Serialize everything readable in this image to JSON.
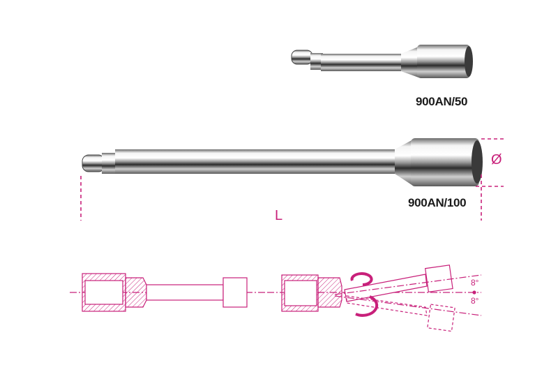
{
  "products": [
    {
      "code": "900AN/50"
    },
    {
      "code": "900AN/100"
    }
  ],
  "dimensions": {
    "length_label": "L",
    "diameter_label": "Ø"
  },
  "diagram": {
    "angle_up": "8°",
    "angle_down": "8°"
  },
  "colors": {
    "dimension_lines": "#c8207a",
    "chrome": "#d8d8d8"
  }
}
